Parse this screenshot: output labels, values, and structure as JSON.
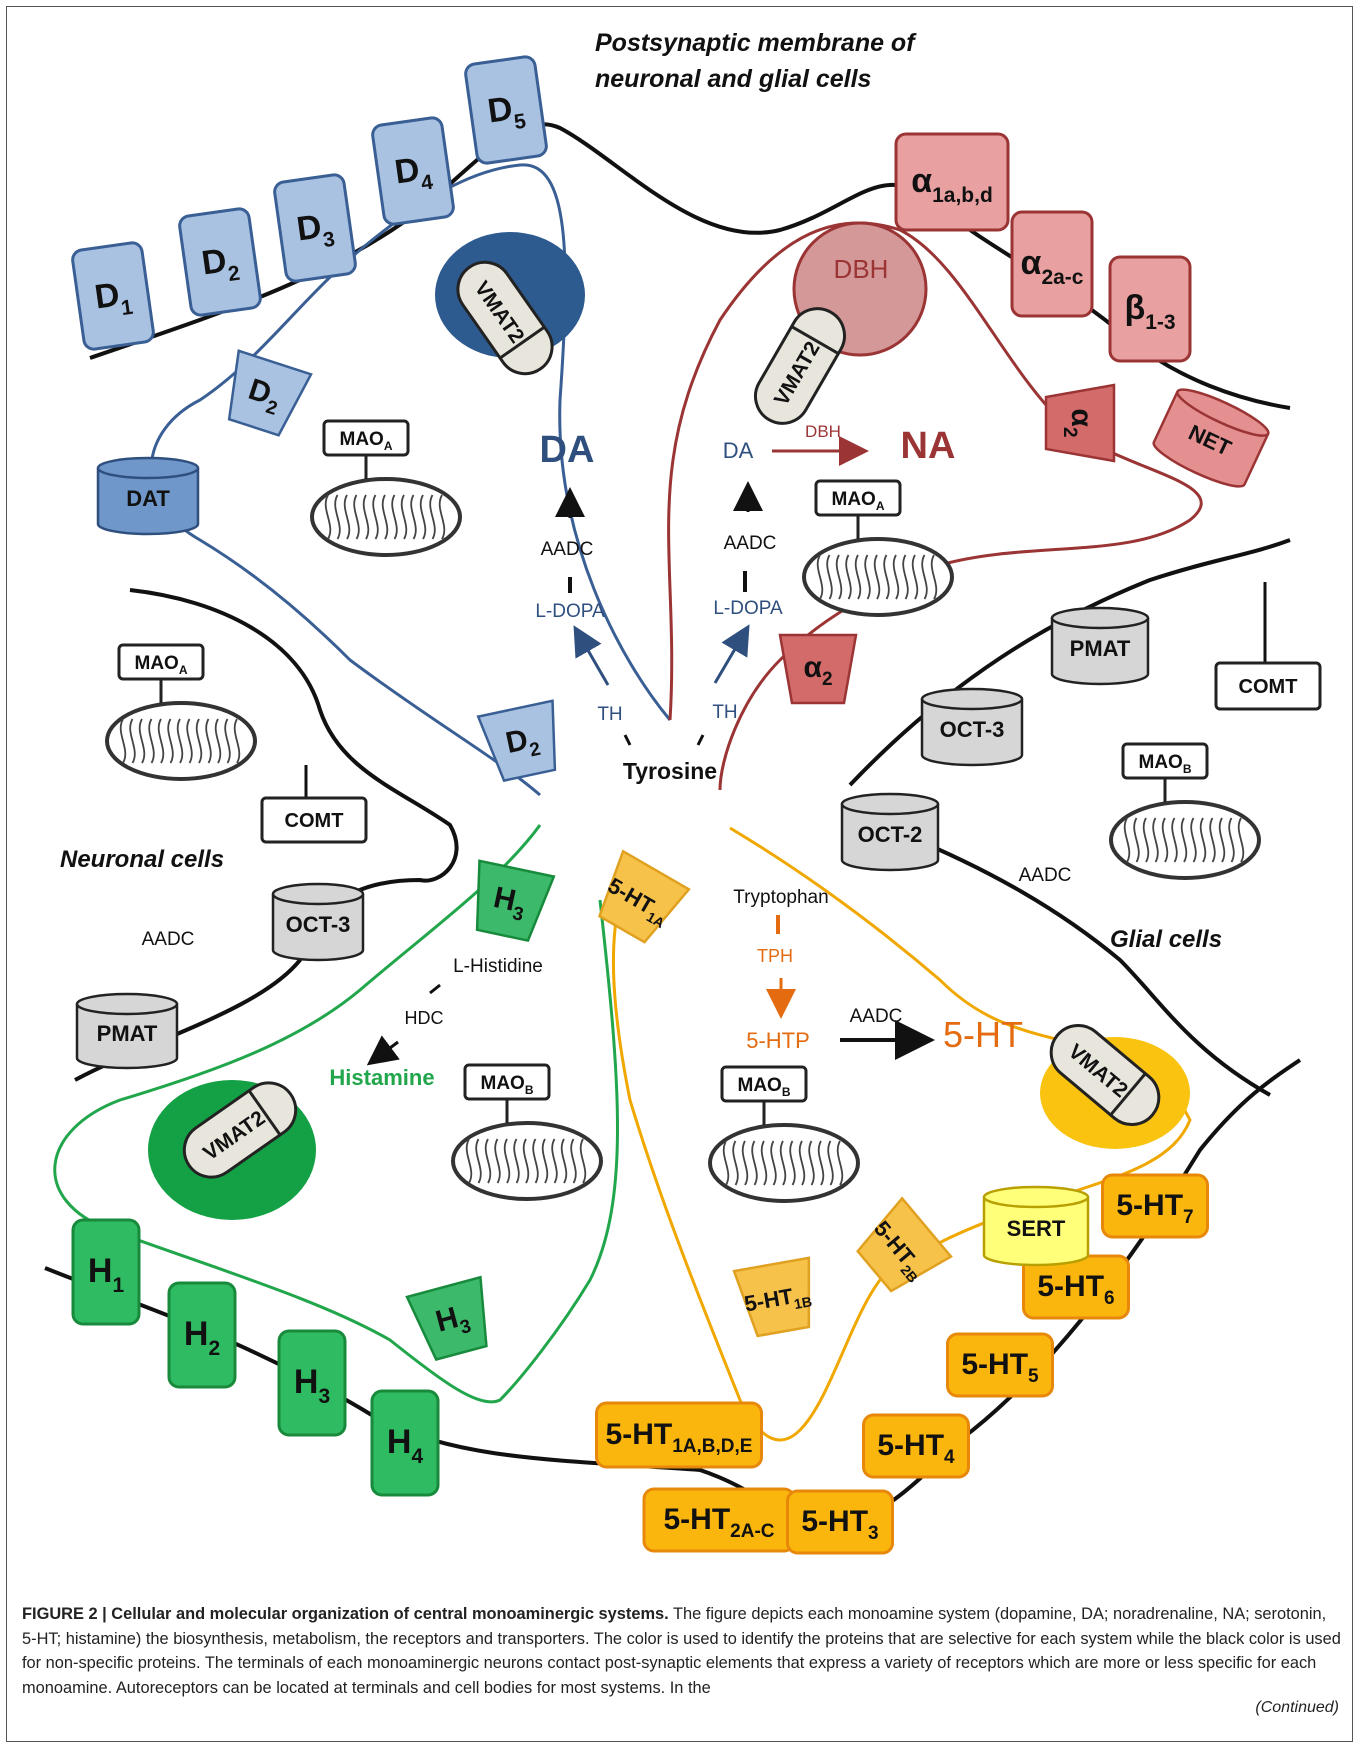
{
  "title_lines": [
    "Postsynaptic membrane of",
    "neuronal and glial cells"
  ],
  "regions": {
    "neuronal": "Neuronal cells",
    "glial": "Glial cells"
  },
  "colors": {
    "dopamine": "#3a5f95",
    "dopamine_fill": "#a9c2e2",
    "noradrenaline": "#9b3434",
    "noradrenaline_fill": "#e8a0a0",
    "histamine": "#21a64b",
    "histamine_fill": "#2fbb62",
    "serotonin": "#f0a800",
    "serotonin_fill": "#f9c30f",
    "orange_text": "#e46b10",
    "nonspecific": "#111111"
  },
  "dopamine": {
    "receptors": [
      {
        "base": "D",
        "sub": "1"
      },
      {
        "base": "D",
        "sub": "2"
      },
      {
        "base": "D",
        "sub": "3"
      },
      {
        "base": "D",
        "sub": "4"
      },
      {
        "base": "D",
        "sub": "5"
      }
    ],
    "autoreceptor": {
      "base": "D",
      "sub": "2"
    },
    "transporter": "DAT",
    "vmat": "VMAT2",
    "mao": {
      "base": "MAO",
      "sub": "A"
    },
    "pathway": {
      "product": "DA",
      "enzyme": "AADC",
      "precursor": "L-DOPA",
      "first_enzyme": "TH"
    }
  },
  "noradrenaline": {
    "receptors": [
      {
        "base": "α",
        "sub": "1a,b,d"
      },
      {
        "base": "α",
        "sub": "2a-c"
      },
      {
        "base": "β",
        "sub": "1-3"
      }
    ],
    "autoreceptor": {
      "base": "α",
      "sub": "2"
    },
    "transporter": "NET",
    "vesicle_enzyme": "DBH",
    "vmat": "VMAT2",
    "mao": {
      "base": "MAO",
      "sub": "A"
    },
    "pathway": {
      "substrate": "DA",
      "enzyme": "DBH",
      "product": "NA",
      "aadc": "AADC",
      "precursor": "L-DOPA",
      "first_enzyme": "TH"
    }
  },
  "tyrosine": "Tyrosine",
  "neuronal_side": {
    "mao": {
      "base": "MAO",
      "sub": "A"
    },
    "comt": "COMT",
    "aadc": "AADC",
    "oct": "OCT-3",
    "pmat": "PMAT"
  },
  "glial_side": {
    "pmat": "PMAT",
    "oct3": "OCT-3",
    "oct2": "OCT-2",
    "comt": "COMT",
    "mao": {
      "base": "MAO",
      "sub": "B"
    },
    "aadc": "AADC"
  },
  "histamine": {
    "receptors": [
      {
        "base": "H",
        "sub": "1"
      },
      {
        "base": "H",
        "sub": "2"
      },
      {
        "base": "H",
        "sub": "3"
      },
      {
        "base": "H",
        "sub": "4"
      }
    ],
    "autoreceptor_top": {
      "base": "H",
      "sub": "3"
    },
    "autoreceptor_bottom": {
      "base": "H",
      "sub": "3"
    },
    "vmat": "VMAT2",
    "mao": {
      "base": "MAO",
      "sub": "B"
    },
    "pathway": {
      "precursor": "L-Histidine",
      "enzyme": "HDC",
      "product": "Histamine"
    }
  },
  "serotonin": {
    "receptors": [
      {
        "base": "5-HT",
        "sub": "1A,B,D,E"
      },
      {
        "base": "5-HT",
        "sub": "2A-C"
      },
      {
        "base": "5-HT",
        "sub": "3"
      },
      {
        "base": "5-HT",
        "sub": "4"
      },
      {
        "base": "5-HT",
        "sub": "5"
      },
      {
        "base": "5-HT",
        "sub": "6"
      },
      {
        "base": "5-HT",
        "sub": "7"
      }
    ],
    "autoreceptors": [
      {
        "base": "5-HT",
        "sub": "1A"
      },
      {
        "base": "5-HT",
        "sub": "1B"
      },
      {
        "base": "5-HT",
        "sub": "2B"
      }
    ],
    "transporter": "SERT",
    "vmat": "VMAT2",
    "mao": {
      "base": "MAO",
      "sub": "B"
    },
    "pathway": {
      "precursor": "Tryptophan",
      "enzyme": "TPH",
      "intermediate": "5-HTP",
      "aadc": "AADC",
      "product": "5-HT"
    }
  },
  "caption": {
    "label": "FIGURE 2 | Cellular and molecular organization of central monoaminergic systems.",
    "text": " The figure depicts each monoamine system (dopamine, DA; noradrenaline, NA; serotonin, 5-HT; histamine) the biosynthesis, metabolism, the receptors and transporters. The color is used to identify the proteins that are selective for each system while the black color is used for non-specific proteins. The terminals of each monoaminergic neurons contact post-synaptic elements that express a variety of receptors which are more or less specific for each monoamine. Autoreceptors can be located at terminals and cell bodies for most systems. In the",
    "continued": "(Continued)"
  }
}
